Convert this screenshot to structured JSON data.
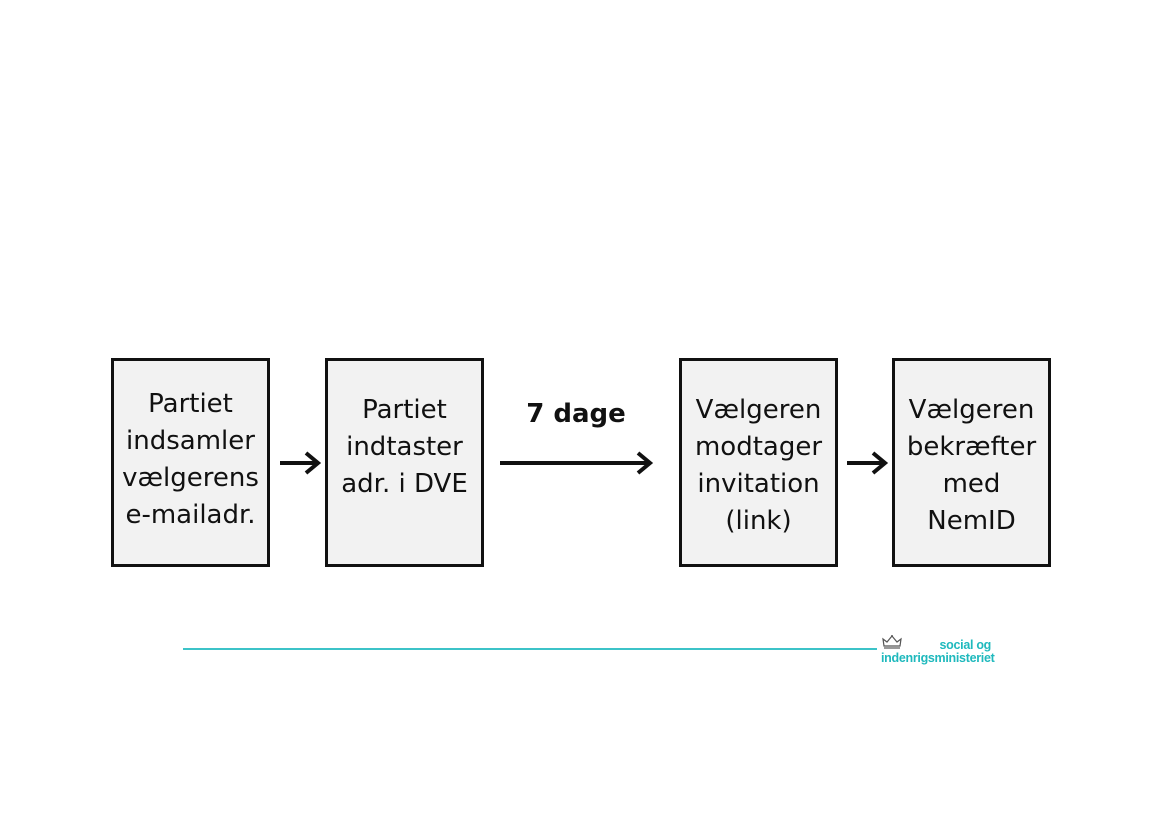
{
  "steps": [
    {
      "label": "Partiet\nindsamler\nvælgerens\ne-mailadr."
    },
    {
      "label": "Partiet\nindtaster\nadr. i DVE"
    },
    {
      "label": "Vælgeren\nmodtager\ninvitation\n(link)"
    },
    {
      "label": "Vælgeren\nbekræfter\nmed\nNemID"
    }
  ],
  "delay_label": "7 dage",
  "footer": {
    "logo_line1": "social og",
    "logo_line2": "indenrigsministeriet",
    "accent_color": "#3cc3c8"
  }
}
